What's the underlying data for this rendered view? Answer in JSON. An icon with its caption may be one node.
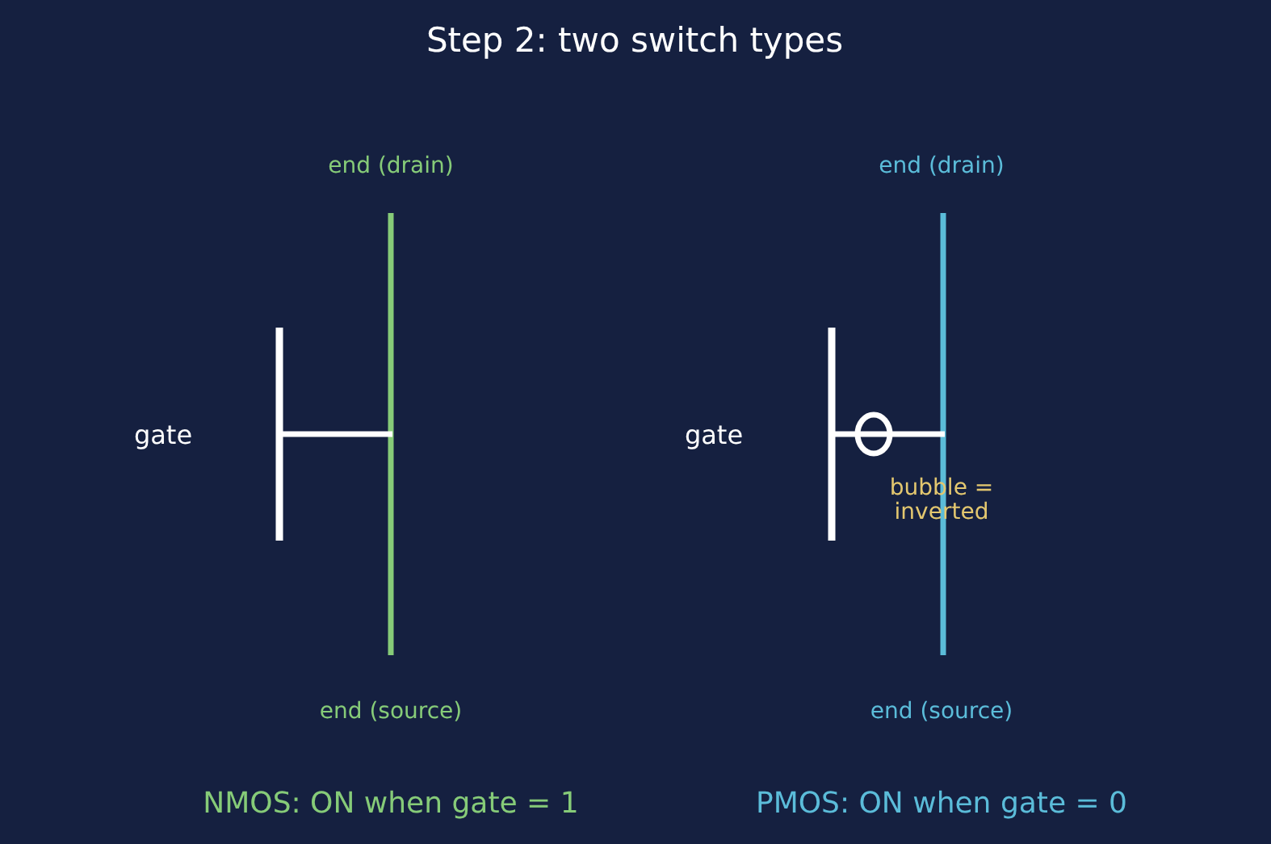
{
  "diagram": {
    "title": "Step 2: two switch types",
    "labels": [
      "end (drain)",
      "end (drain)",
      "gate",
      "gate",
      "bubble = inverted",
      "end (source)",
      "end (source)",
      "NMOS: ON when gate = 1",
      "PMOS: ON when gate = 0"
    ]
  }
}
